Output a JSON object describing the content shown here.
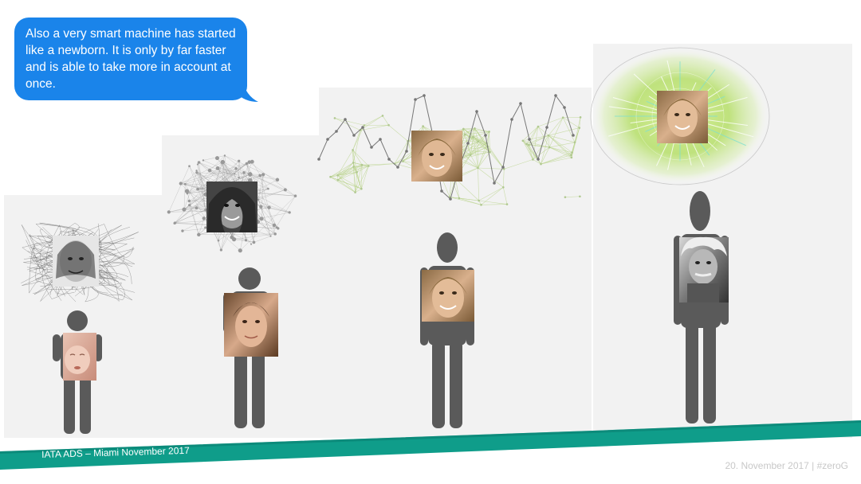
{
  "bubble": {
    "text": "Also a very smart machine has started like a newborn. It is only by far faster and is able to take more in account at once.",
    "color": "#1a84ea"
  },
  "stages": [
    {
      "person": "newborn",
      "head_visual": "scribble-sketch-face",
      "body_photo": "baby-face"
    },
    {
      "person": "child",
      "head_visual": "network-graph-face",
      "body_photo": "young-girl-face"
    },
    {
      "person": "adult",
      "head_visual": "mesh-line-graph-face",
      "body_photo": "woman-face"
    },
    {
      "person": "genius",
      "head_visual": "radial-glow-face",
      "body_photo": "einstein-face"
    }
  ],
  "colors": {
    "stage_bg": "#f2f2f2",
    "figure": "#5a5a5a",
    "footer_band": "#0f9d8a",
    "glow": "#a8d860"
  },
  "footer": {
    "left": "IATA ADS – Miami November 2017",
    "right": "20. November 2017 | #zeroG"
  }
}
